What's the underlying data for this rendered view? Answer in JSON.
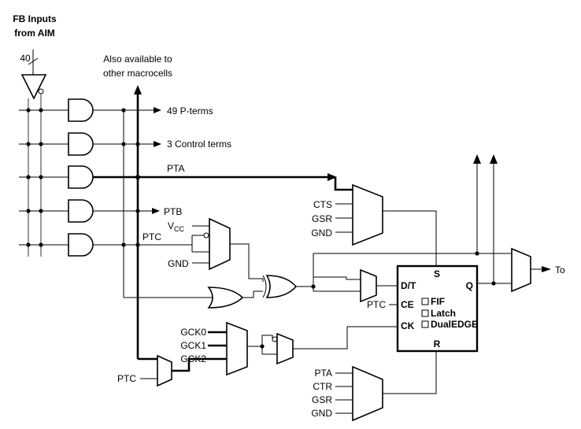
{
  "labels": {
    "fb_inputs_line1": "FB Inputs",
    "fb_inputs_line2": "from AIM",
    "bus_width": "40",
    "also_line1": "Also available to",
    "also_line2": "other macrocells",
    "p_terms": "49 P-terms",
    "control_terms": "3  Control terms",
    "pta": "PTA",
    "ptb": "PTB",
    "ptc_mux": "PTC",
    "vcc_v": "V",
    "vcc_sub": "CC",
    "gnd_top": "GND",
    "cts": "CTS",
    "gsr_top": "GSR",
    "gnd_mux_top": "GND",
    "ptc_ce": "PTC",
    "gck0": "GCK0",
    "gck1": "GCK1",
    "gck2": "GCK2",
    "ptc_bottom": "PTC",
    "pta_bottom": "PTA",
    "ctr": "CTR",
    "gsr_bottom": "GSR",
    "gnd_bottom": "GND",
    "ff_s": "S",
    "ff_dt": "D/T",
    "ff_q": "Q",
    "ff_ce": "CE",
    "ff_ck": "CK",
    "ff_r": "R",
    "opt_fif": "FIF",
    "opt_latch": "Latch",
    "opt_dualedge": "DualEDGE",
    "to_output": "To"
  }
}
